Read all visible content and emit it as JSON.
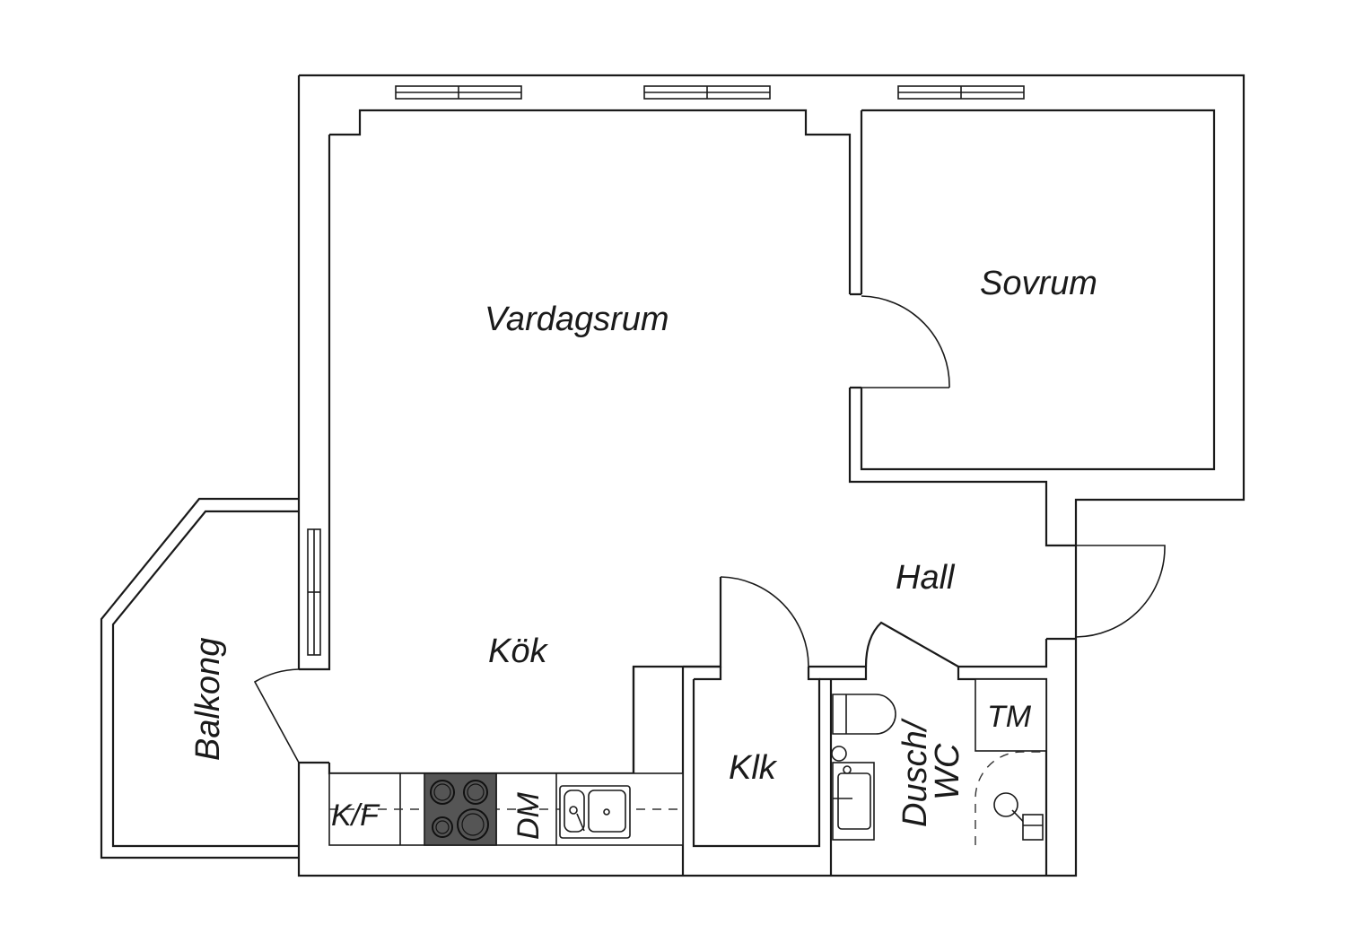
{
  "plan": {
    "rooms": {
      "vardagsrum": "Vardagsrum",
      "sovrum": "Sovrum",
      "hall": "Hall",
      "kok": "Kök",
      "klk": "Klk",
      "balkong": "Balkong",
      "dusch_wc_line1": "Dusch/",
      "dusch_wc_line2": "WC"
    },
    "fixtures": {
      "kf": "K/F",
      "dm": "DM",
      "tm": "TM"
    },
    "colors": {
      "line": "#1a1a1a",
      "stove": "#555555",
      "background": "#ffffff"
    }
  }
}
